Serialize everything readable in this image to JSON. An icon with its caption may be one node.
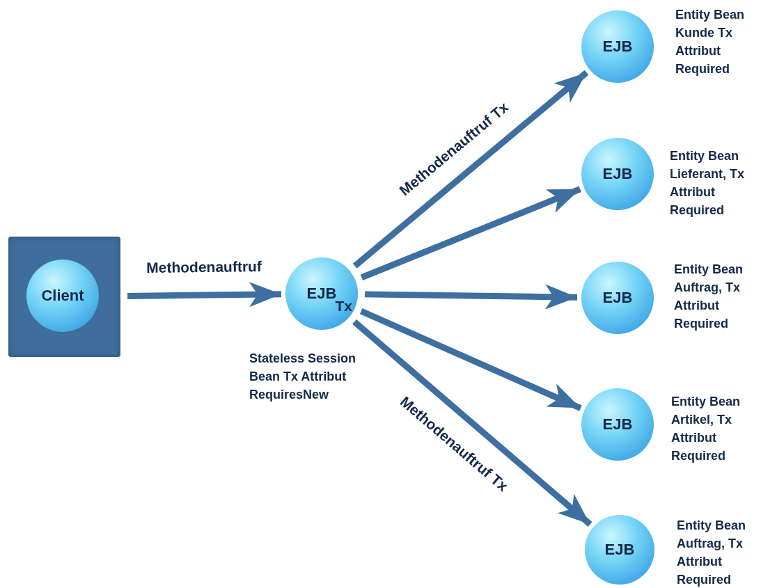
{
  "diagram": {
    "nodes": [
      {
        "text": [],
        "shape": "box"
      },
      {
        "text": [
          "Client"
        ],
        "in": 0
      },
      {
        "text": [
          "EJB",
          "Tx"
        ],
        "beside": [
          "Stateless Session Bean Tx Attribut RequiresNew"
        ]
      },
      {
        "text": [
          "EJB"
        ],
        "beside": [
          "Entity Bean Kunde Tx Attribut Required"
        ]
      },
      {
        "text": [
          "EJB"
        ],
        "beside": [
          "Entity Bean Lieferant, Tx Attribut Required"
        ]
      },
      {
        "text": [
          "EJB"
        ],
        "beside": [
          "Entity Bean Auftrag, Tx Attribut Required"
        ]
      },
      {
        "text": [
          "EJB"
        ],
        "beside": [
          "Entity Bean Artikel, Tx Attribut Required"
        ]
      },
      {
        "text": [
          "EJB"
        ],
        "beside": [
          "Entity Bean Auftrag, Tx Attribut Required"
        ]
      }
    ],
    "edges": [
      {
        "from": 0,
        "to": 2,
        "arrow": "to",
        "label": "Methodenauftruf"
      },
      {
        "from": 2,
        "to": 3,
        "arrow": "to",
        "label": "Methodenauftruf Tx"
      },
      {
        "from": 2,
        "to": 4,
        "arrow": "to"
      },
      {
        "from": 2,
        "to": 5,
        "arrow": "to"
      },
      {
        "from": 2,
        "to": 6,
        "arrow": "to"
      },
      {
        "from": 2,
        "to": 7,
        "arrow": "to",
        "label": "Methodenauftruf Tx"
      }
    ]
  }
}
